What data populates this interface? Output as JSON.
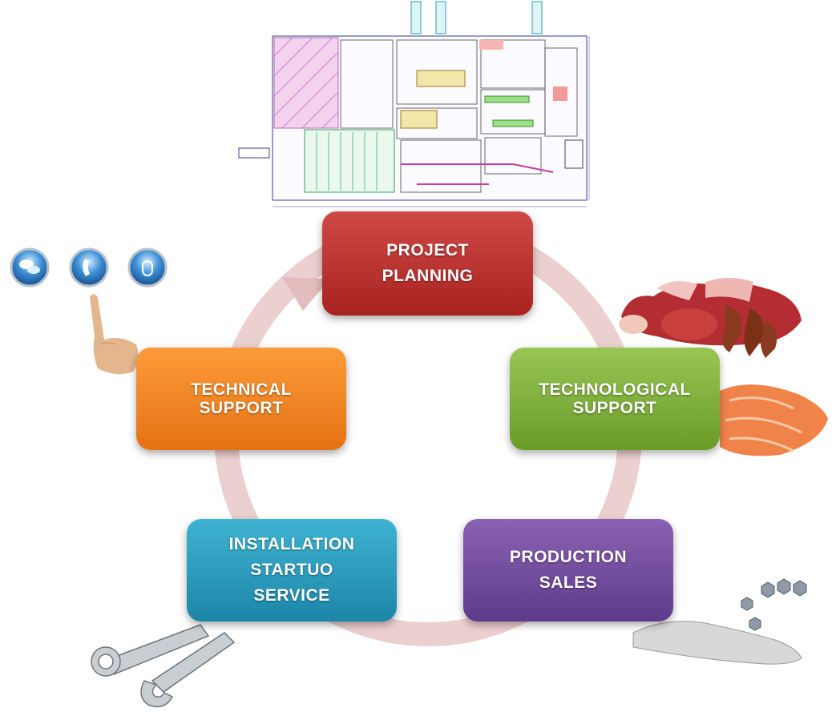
{
  "diagram": {
    "steps": [
      {
        "id": "project-planning",
        "lines": [
          "PROJECT",
          "PLANNING"
        ],
        "color": "#bb3532"
      },
      {
        "id": "technological-support",
        "lines": [
          "TECHNOLOGICAL",
          "SUPPORT"
        ],
        "color": "#82b23c"
      },
      {
        "id": "production-sales",
        "lines": [
          "PRODUCTION",
          "SALES"
        ],
        "color": "#744ca0"
      },
      {
        "id": "installation-startuo-service",
        "lines": [
          "INSTALLATION",
          "STARTUO",
          "SERVICE"
        ],
        "color": "#2b9ec0"
      },
      {
        "id": "technical-support",
        "lines": [
          "TECHNICAL",
          "SUPPORT"
        ],
        "color": "#f28627"
      }
    ],
    "cycle_ring_color": "#e9c6c6",
    "illustrations": [
      "floor-plan-blueprint-image",
      "meat-products-image",
      "salmon-fillet-image",
      "hand-with-nuts-image",
      "wrenches-image",
      "hand-pointing-image",
      "chat-icon",
      "phone-icon",
      "mouse-icon"
    ]
  }
}
